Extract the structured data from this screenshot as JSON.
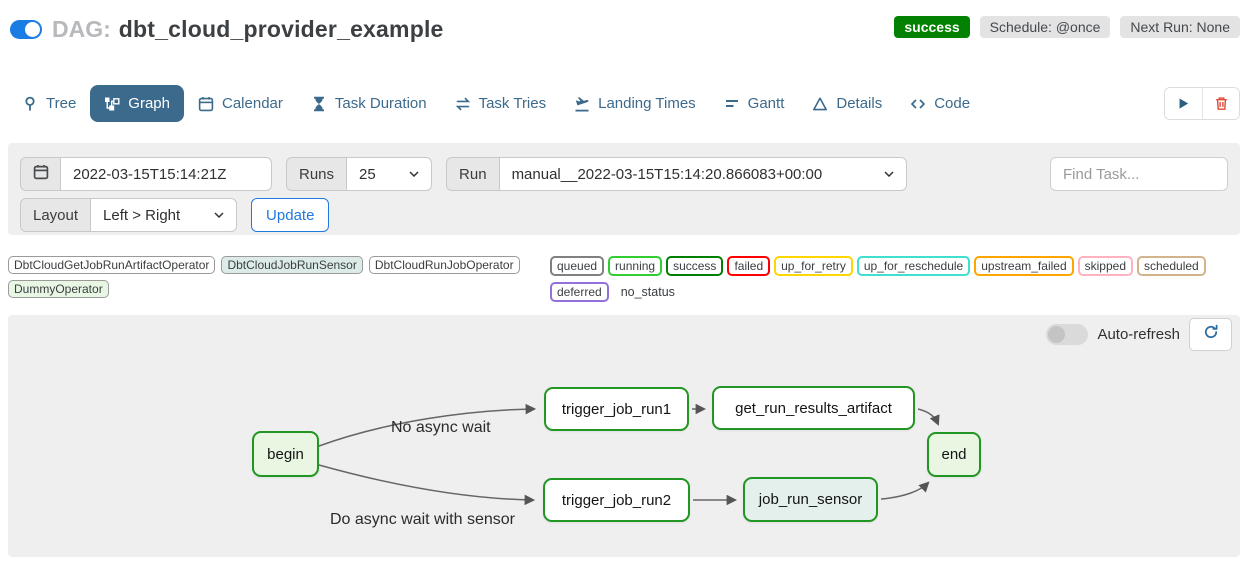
{
  "header": {
    "dag_label": "DAG:",
    "dag_name": "dbt_cloud_provider_example",
    "status": "success",
    "schedule": "Schedule: @once",
    "next_run": "Next Run: None"
  },
  "tabs": [
    {
      "label": "Tree",
      "icon": "tree-pin-icon",
      "active": false
    },
    {
      "label": "Graph",
      "icon": "graph-icon",
      "active": true
    },
    {
      "label": "Calendar",
      "icon": "calendar-icon",
      "active": false
    },
    {
      "label": "Task Duration",
      "icon": "hourglass-icon",
      "active": false
    },
    {
      "label": "Task Tries",
      "icon": "repeat-icon",
      "active": false
    },
    {
      "label": "Landing Times",
      "icon": "plane-landing-icon",
      "active": false
    },
    {
      "label": "Gantt",
      "icon": "gantt-bars-icon",
      "active": false
    },
    {
      "label": "Details",
      "icon": "triangle-icon",
      "active": false
    },
    {
      "label": "Code",
      "icon": "code-icon",
      "active": false
    }
  ],
  "tab_actions": {
    "play": "play-icon",
    "delete": "trash-icon"
  },
  "toolbar": {
    "date_value": "2022-03-15T15:14:21Z",
    "runs_label": "Runs",
    "runs_value": "25",
    "run_label": "Run",
    "run_value": "manual__2022-03-15T15:14:20.866083+00:00",
    "find_task_placeholder": "Find Task...",
    "layout_label": "Layout",
    "layout_value": "Left > Right",
    "update_label": "Update"
  },
  "legend": {
    "operators": [
      {
        "label": "DbtCloudGetJobRunArtifactOperator",
        "fill": "#ffffff"
      },
      {
        "label": "DbtCloudJobRunSensor",
        "fill": "#dcebe7"
      },
      {
        "label": "DbtCloudRunJobOperator",
        "fill": "#ffffff"
      },
      {
        "label": "DummyOperator",
        "fill": "#e8f7e4"
      }
    ],
    "statuses": [
      {
        "label": "queued",
        "color": "#808080"
      },
      {
        "label": "running",
        "color": "#32cd32"
      },
      {
        "label": "success",
        "color": "#008000"
      },
      {
        "label": "failed",
        "color": "#ff0000"
      },
      {
        "label": "up_for_retry",
        "color": "#ffd700"
      },
      {
        "label": "up_for_reschedule",
        "color": "#40e0d0"
      },
      {
        "label": "upstream_failed",
        "color": "#ffa500"
      },
      {
        "label": "skipped",
        "color": "#ffb3c0"
      },
      {
        "label": "scheduled",
        "color": "#d2b48c"
      },
      {
        "label": "deferred",
        "color": "#9370db"
      }
    ],
    "no_status_label": "no_status"
  },
  "graph": {
    "auto_refresh_label": "Auto-refresh",
    "nodes": [
      {
        "id": "begin",
        "label": "begin",
        "fill": "#e8f6e2"
      },
      {
        "id": "trigger_job_run1",
        "label": "trigger_job_run1",
        "fill": "#ffffff"
      },
      {
        "id": "get_run_results_artifact",
        "label": "get_run_results_artifact",
        "fill": "#ffffff"
      },
      {
        "id": "trigger_job_run2",
        "label": "trigger_job_run2",
        "fill": "#ffffff"
      },
      {
        "id": "job_run_sensor",
        "label": "job_run_sensor",
        "fill": "#e3f0ec"
      },
      {
        "id": "end",
        "label": "end",
        "fill": "#e8f6e2"
      }
    ],
    "edges": [
      {
        "from": "begin",
        "to": "trigger_job_run1",
        "label": "No async wait"
      },
      {
        "from": "begin",
        "to": "trigger_job_run2",
        "label": "Do async wait with sensor"
      },
      {
        "from": "trigger_job_run1",
        "to": "get_run_results_artifact",
        "label": ""
      },
      {
        "from": "trigger_job_run2",
        "to": "job_run_sensor",
        "label": ""
      },
      {
        "from": "get_run_results_artifact",
        "to": "end",
        "label": ""
      },
      {
        "from": "job_run_sensor",
        "to": "end",
        "label": ""
      }
    ]
  },
  "colors": {
    "toggle_blue": "#1b7ce4",
    "tab_blue": "#3c6a8c",
    "success_green": "#028102",
    "node_border_green": "#229622",
    "panel_gray": "#efefef",
    "edge_gray": "#666666"
  }
}
